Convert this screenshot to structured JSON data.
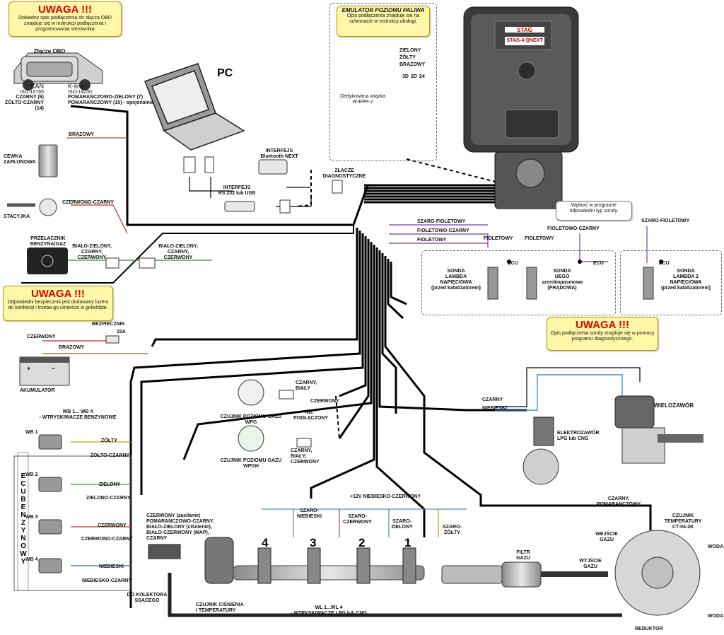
{
  "warnings": {
    "obd": {
      "title": "UWAGA !!!",
      "text": "Dokładny opis podłączenia do złącza OBD znajduje się w instrukcji podłączenia i programowania sterownika"
    },
    "fuse": {
      "title": "UWAGA !!!",
      "text": "Odpowiedni bezpiecznik jest dodawany luzem do konfekcji i trzeba go umieścić w gnieździe."
    },
    "lambda": {
      "title": "UWAGA !!!",
      "text": "Opis podłączenia sondy znajduje się w pomocy programu diagnostycznego."
    }
  },
  "emulator": {
    "title": "EMULATOR POZIOMU PALIWA",
    "text": "Opis podłączenia znajduje się na schemacie w instrukcji obsługi.",
    "wires": [
      "ZIELONY",
      "ŻÓŁTY",
      "BRĄZOWY"
    ],
    "pins": [
      "3D",
      "2D",
      "24"
    ],
    "harness": "Dedykowana wiązka W-EPP-2"
  },
  "ecu": {
    "brand": "STAG",
    "model": "STAG-4 QNEXT"
  },
  "obd": {
    "label": "Złącze OBD",
    "can": "CAN",
    "can_iso": "ISO-15765",
    "kline": "K-line",
    "kline_iso": "ISO-14230",
    "can_wires": "CZARNY (6)\nŻÓŁTO-CZARNY (14)",
    "kline_wires": "POMARAŃCZOWO-ZIELONY (7)\nPOMARAŃCZOWY (15) - opcjonalnie"
  },
  "pc": {
    "label": "PC",
    "bt": "INTERFEJS\nBluetooth NEXT",
    "rs": "INTERFEJS\nRS 232 lub USB",
    "diag": "ZŁĄCZE\nDIAGNOSTYCZNE"
  },
  "left": {
    "coil": "CEWKA\nZAPŁONOWA",
    "coil_wire": "BRĄZOWY",
    "ignition": "STACYJKA",
    "ign_wire": "CZERWONO-CZARNY",
    "switch": "PRZEŁĄCZNIK\nBENZYNA/GAZ",
    "switch_wires1": "BIAŁO-ZIELONY,\nCZARNY,\nCZERWONY",
    "switch_wires2": "BIAŁO-ZIELONY,\nCZARNY,\nCZERWONY",
    "fuse": "BEZPIECZNIK",
    "fuse_rating": "15A",
    "bat_red": "CZERWONY",
    "bat_brown": "BRĄZOWY",
    "battery": "AKUMULATOR",
    "bat_plus": "+",
    "bat_minus": "−"
  },
  "petrol": {
    "title": "WB 1... WB 4\n- WTRYSKIWACZE BENZYNOWE",
    "ecu_vertical": "ECU BENZYNOWY",
    "items": [
      {
        "name": "WB 1",
        "wire": "ŻÓŁTY",
        "wire2": "ŻÓŁTO-CZARNY"
      },
      {
        "name": "WB 2",
        "wire": "ZIELONY",
        "wire2": "ZIELONO-CZARNY"
      },
      {
        "name": "WB 3",
        "wire": "CZERWONY",
        "wire2": "CZERWONO-CZARNY"
      },
      {
        "name": "WB 4",
        "wire": "NIEBIESKI",
        "wire2": "NIEBIESKO-CZARNY"
      }
    ]
  },
  "level": {
    "wpg": "CZUJNIK POZIOMU GAZU\nWPG",
    "wpgh": "CZUJNIK POZIOMU GAZU\nWPGH",
    "wpg_wires": "CZARNY,\nBIAŁY",
    "wpg_red": "CZERWONY",
    "wpg_nc": "NIE\nPODŁĄCZONY",
    "wpgh_wires": "CZARNY,\nBIAŁY,\nCZERWONY"
  },
  "lambda": {
    "tip": "Wybrać w programie\nodpowiedni typ sondy.",
    "w1": "SZARO-FIOLETOWY",
    "w2": "FIOLETOWO-CZARNY",
    "w3": "FIOLETOWY",
    "w4": "FIOLETOWO-CZARNY",
    "w5": "SZARO-FIOLETOWY",
    "f1": "FIOLETOWY",
    "f2": "FIOLETOWY",
    "ecu": "ECU",
    "s1": "SONDA\nLAMBDA\nNAPIĘCIOWA\n(przed katalizatorem)",
    "s2": "SONDA\nUEGO\nszerokopasmowa\n(PRĄDOWA)",
    "s3": "SONDA\nLAMBDA 2\nNAPIĘCIOWA\n(przed katalizatorem)"
  },
  "right": {
    "valve_black": "CZARNY",
    "valve_blue": "NIEBIESKI",
    "multivalve": "WIELOZAWÓR",
    "electrovalve": "ELEKTROZAWÓR\nLPG lub CNG",
    "temp_wires": "CZARNY,\nPOMARAŃCZOWY",
    "temp": "CZUJNIK\nTEMPERATURY\nCT-04-2K",
    "gas_in": "WEJŚCIE\nGAZU",
    "gas_out": "WYJŚCIE\nGAZU",
    "water1": "WODA",
    "water2": "WODA",
    "filter": "FILTR\nGAZU",
    "reducer": "REDUKTOR"
  },
  "bottom": {
    "plus12": "+12V  NIEBIESKO-CZERWONY",
    "inj_wires": [
      "SZARO-\nNIEBIESKI",
      "SZARO-\nCZERWONY",
      "SZARO-\nZIELONY",
      "SZARO-\nŻÓŁTY"
    ],
    "numbers": [
      "4",
      "3",
      "2",
      "1"
    ],
    "map_wires": "CZERWONY (zasilanie)\nPOMARAŃCZOWO-CZARNY,\nBIAŁO-ZIELONY (ciśnienie),\nBIAŁO-CZERWONY (MAP),\nCZARNY",
    "map": "CZUJNIK CIŚNIENIA\nI TEMPERATURY",
    "manifold": "DO KOLEKTORA\nSSĄCEGO",
    "gas_inj": "WL 1...WL 4\n- WTRYSKIWACZE LPG lub CNG"
  },
  "colors": {
    "red": "#e00000",
    "note_bg": "#fff7a8",
    "violet": "#7a3a9a",
    "blue": "#1a7fd0"
  }
}
